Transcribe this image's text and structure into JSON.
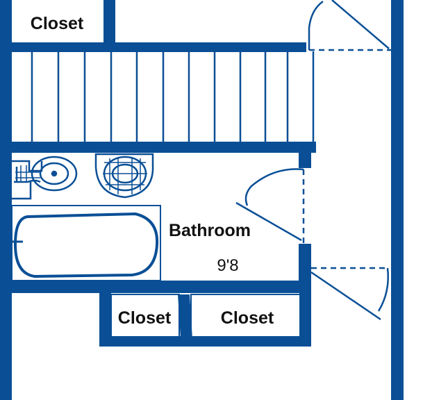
{
  "rooms": {
    "closet_top": "Closet",
    "bathroom": "Bathroom",
    "bathroom_size": "9'8",
    "closet_bottom_left": "Closet",
    "closet_bottom_right": "Closet"
  },
  "colors": {
    "wall": "#0a4f96",
    "background": "#ffffff",
    "text": "#111111"
  }
}
